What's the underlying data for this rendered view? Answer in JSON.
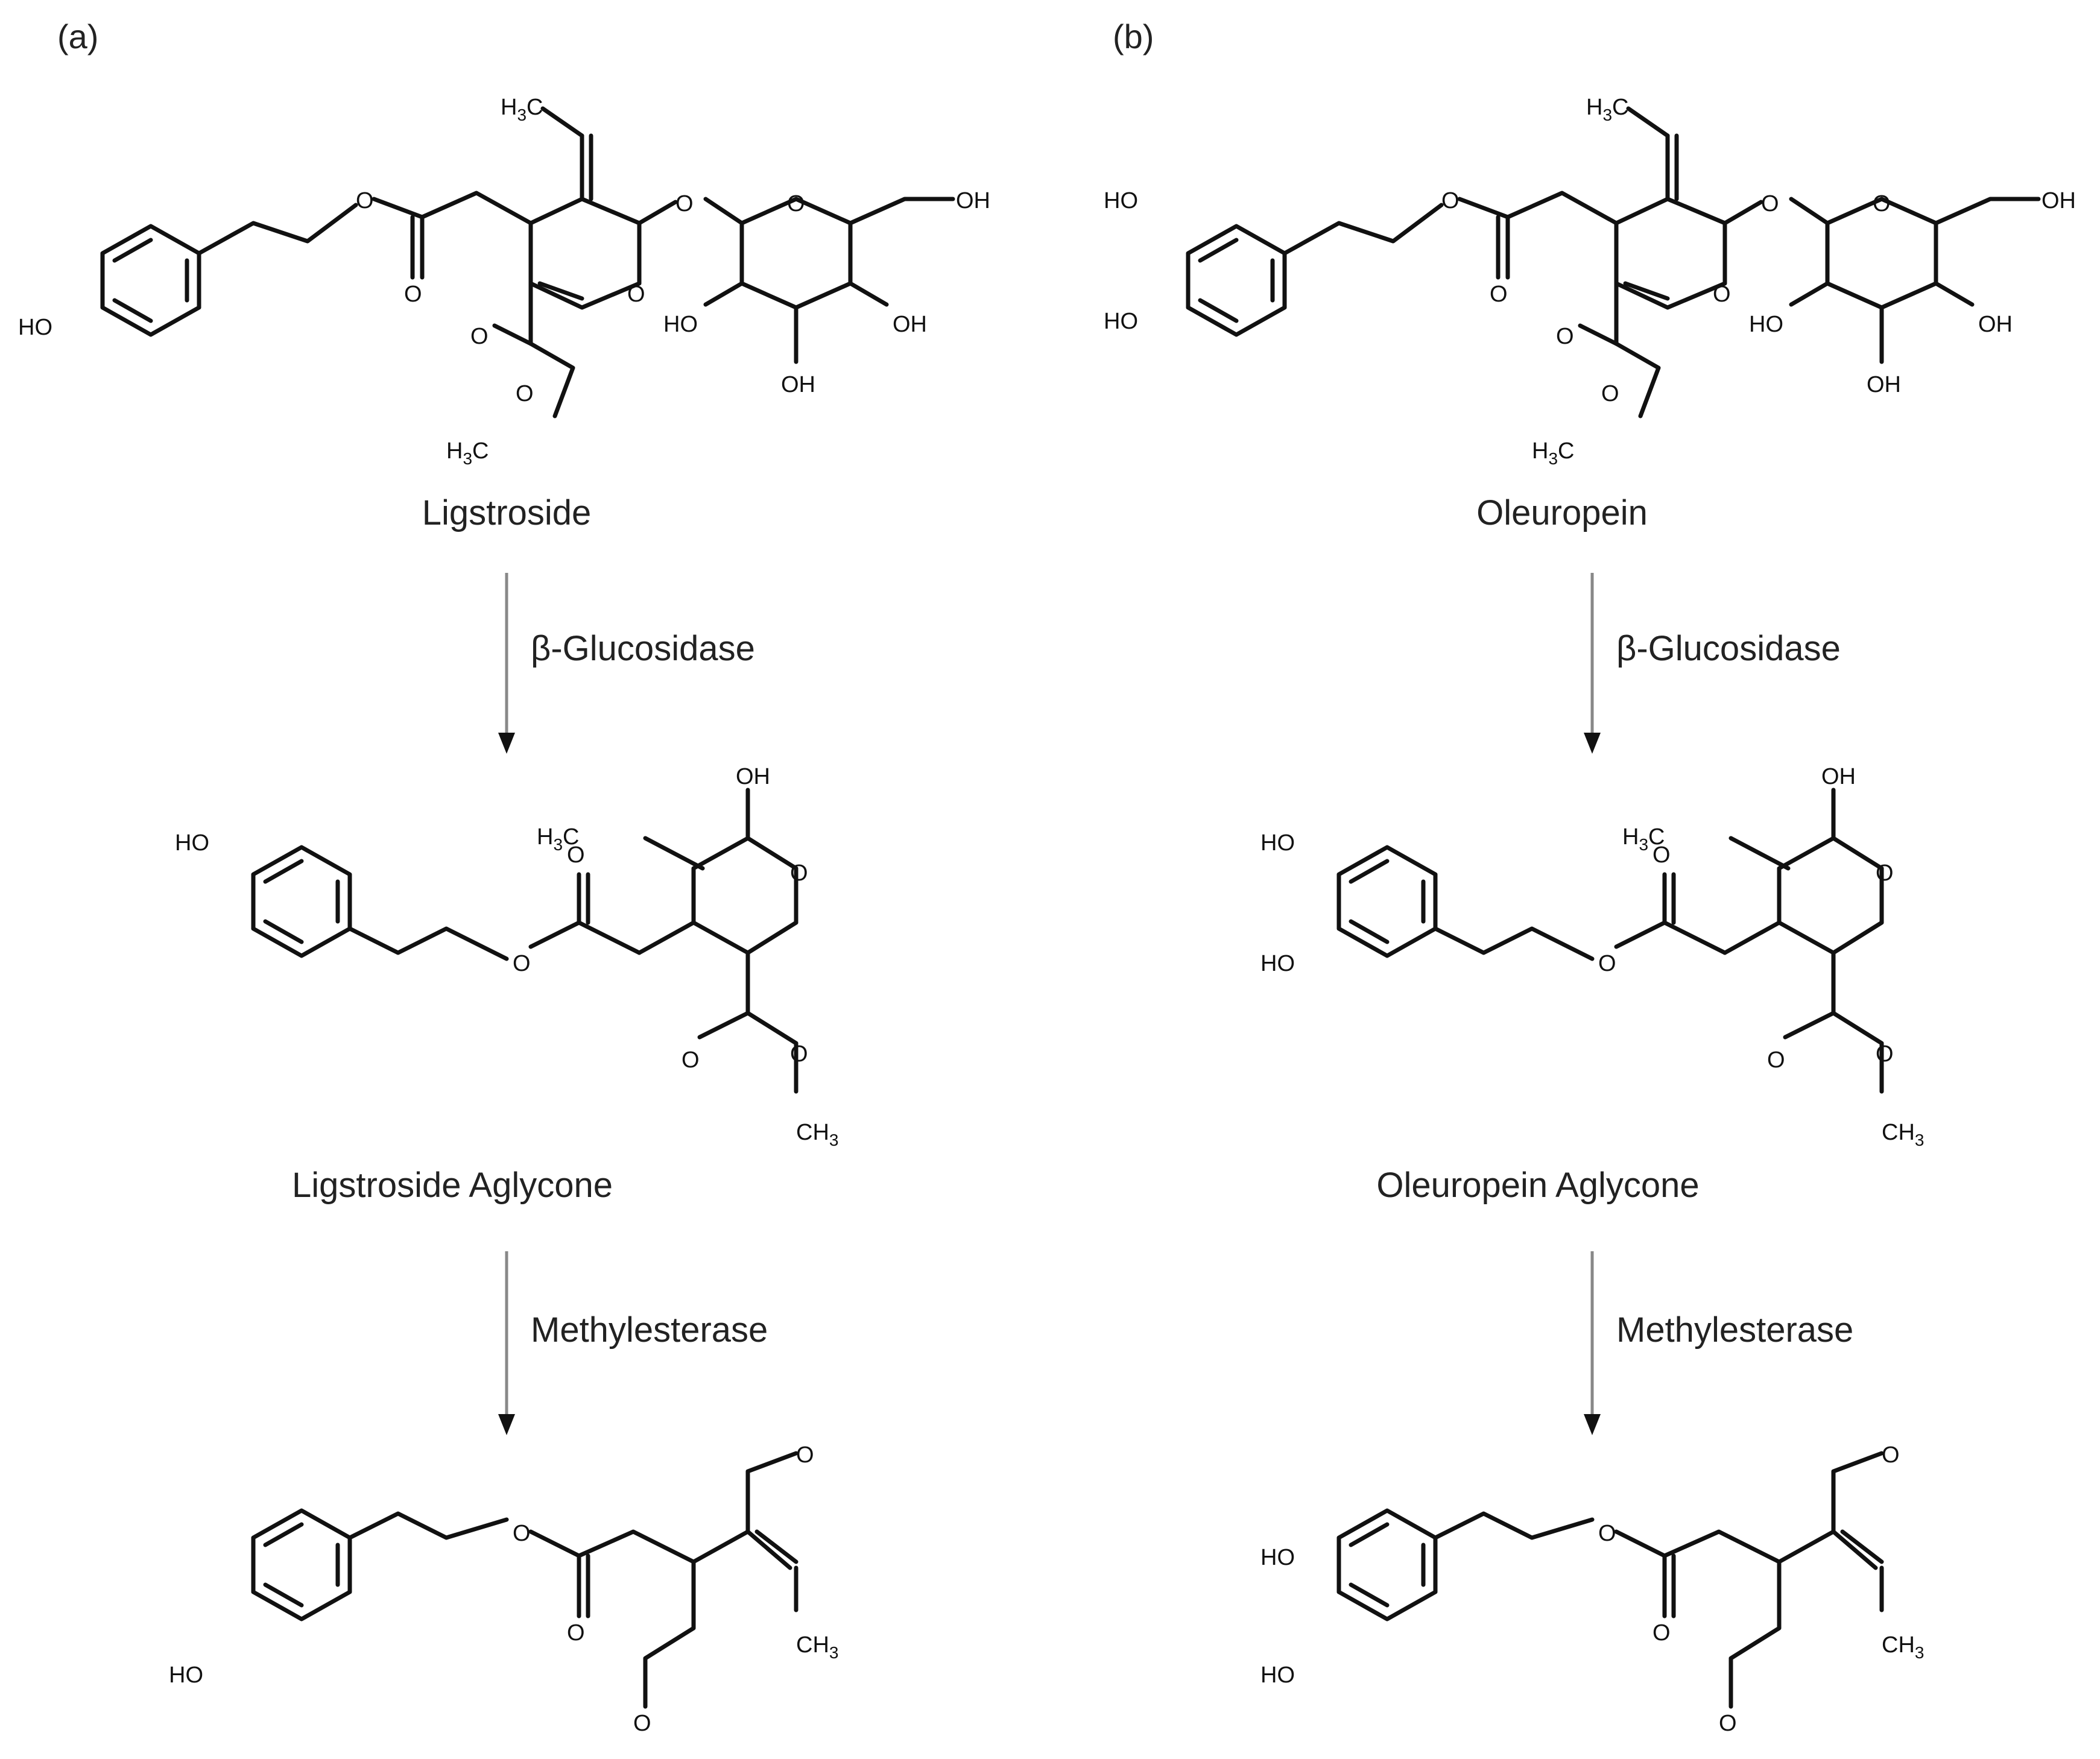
{
  "panels": [
    {
      "label": "(a)",
      "compounds": [
        "Ligstroside",
        "Ligstroside Aglycone"
      ],
      "enzymes": [
        "β-Glucosidase",
        "Methylesterase"
      ],
      "phenol_groups": [
        "HO"
      ]
    },
    {
      "label": "(b)",
      "compounds": [
        "Oleuropein",
        "Oleuropein Aglycone"
      ],
      "enzymes": [
        "β-Glucosidase",
        "Methylesterase"
      ],
      "phenol_groups": [
        "HO",
        "HO"
      ]
    }
  ],
  "atoms": {
    "hydroxyl": "OH",
    "hydroxyl_left": "HO",
    "oxygen": "O",
    "methyl_c": "H",
    "methyl_sub": "3",
    "methyl_c2": "C",
    "methyl_tail": "CH",
    "methyl_tail_sub": "3"
  },
  "colors": {
    "bond": "#111111",
    "arrow": "#888888",
    "text": "#222222"
  }
}
